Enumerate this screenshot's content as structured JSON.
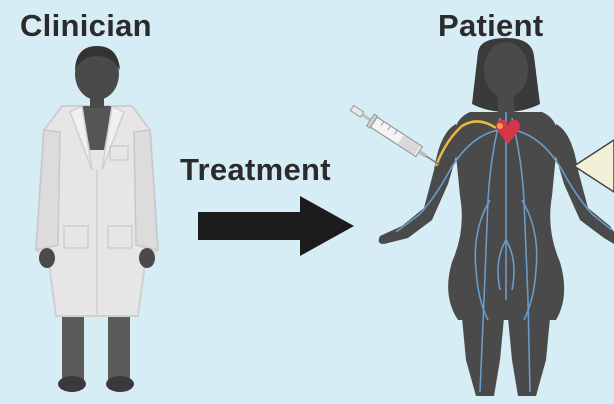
{
  "labels": {
    "clinician": "Clinician",
    "treatment": "Treatment",
    "patient": "Patient"
  },
  "colors": {
    "background": "#d6edf5",
    "coat": "#e4e4e4",
    "skin": "#4a4a4a",
    "arrow": "#1c1c1c",
    "vessels": "#6a9cc9",
    "catheter": "#e8b845",
    "heart": "#d8344a"
  }
}
